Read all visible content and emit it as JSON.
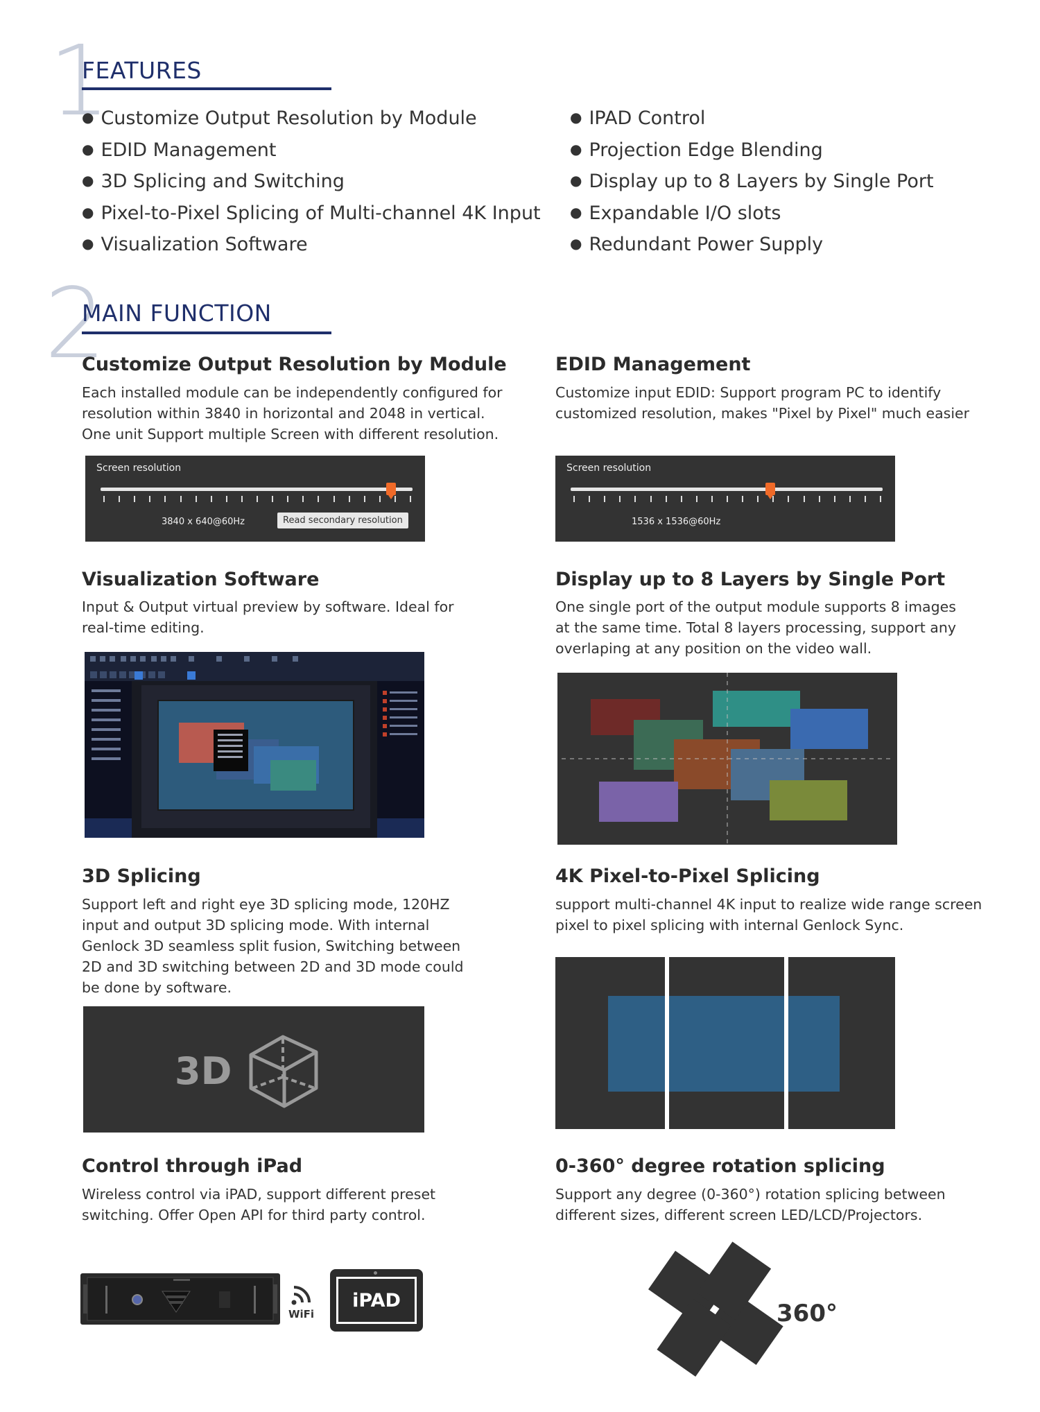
{
  "section1": {
    "number": "1",
    "title": "FEATURES",
    "left_items": [
      "Customize Output Resolution by Module",
      "EDID Management",
      "3D Splicing and Switching",
      "Pixel-to-Pixel Splicing of Multi-channel 4K Input",
      "Visualization Software"
    ],
    "right_items": [
      "IPAD Control",
      "Projection Edge Blending",
      "Display up to 8 Layers by Single Port",
      "Expandable I/O slots",
      "Redundant Power Supply"
    ]
  },
  "section2": {
    "number": "2",
    "title": "MAIN FUNCTION"
  },
  "functions": {
    "customize": {
      "title": "Customize Output Resolution by Module",
      "lines": [
        "Each installed module can be independently configured for",
        "resolution within 3840 in horizontal and 2048 in vertical.",
        "One unit Support multiple Screen with different resolution."
      ],
      "panel": {
        "label": "Screen resolution",
        "resolution": "3840 x 640@60Hz",
        "button": "Read secondary resolution",
        "slider_fraction": 0.93
      }
    },
    "edid": {
      "title": "EDID Management",
      "lines": [
        "Customize input EDID: Support program PC to identify",
        "customized resolution, makes \"Pixel by Pixel\" much easier"
      ],
      "panel": {
        "label": "Screen resolution",
        "resolution": "1536 x 1536@60Hz",
        "slider_fraction": 0.64
      }
    },
    "visualization": {
      "title": "Visualization Software",
      "lines": [
        "Input & Output virtual preview by software. Ideal for",
        "real-time editing."
      ]
    },
    "layers": {
      "title": "Display up to 8 Layers by Single Port",
      "lines": [
        "One single port of the output module supports 8 images",
        "at the same time. Total 8 layers processing, support any",
        "overlaping at any position on the video wall."
      ],
      "layer_colors": [
        "#6e2a28",
        "#2f8f86",
        "#3a6ab0",
        "#3c6b55",
        "#8a4a2a",
        "#4a6e90",
        "#7a63a8",
        "#7a8a3a"
      ]
    },
    "splicing3d": {
      "title": "3D Splicing",
      "lines": [
        "Support left and right eye 3D splicing mode, 120HZ",
        "input and output 3D splicing mode. With internal",
        "Genlock 3D seamless split fusion, Switching between",
        "2D and 3D switching between 2D and 3D mode could",
        "be done by software."
      ],
      "panel_text": "3D"
    },
    "pixel4k": {
      "title": "4K Pixel-to-Pixel Splicing",
      "lines": [
        "support multi-channel 4K input to realize wide range screen",
        "pixel to pixel splicing with internal Genlock Sync."
      ]
    },
    "ipad": {
      "title": "Control through iPad",
      "lines": [
        "Wireless control via iPAD, support different preset",
        "switching. Offer Open API for third party control."
      ],
      "wifi_label": "WiFi",
      "ipad_label": "iPAD"
    },
    "rotation": {
      "title": "0-360° degree rotation splicing",
      "lines": [
        "Support any degree (0-360°) rotation splicing between",
        "different sizes, different screen LED/LCD/Projectors."
      ],
      "badge": "360°"
    }
  }
}
